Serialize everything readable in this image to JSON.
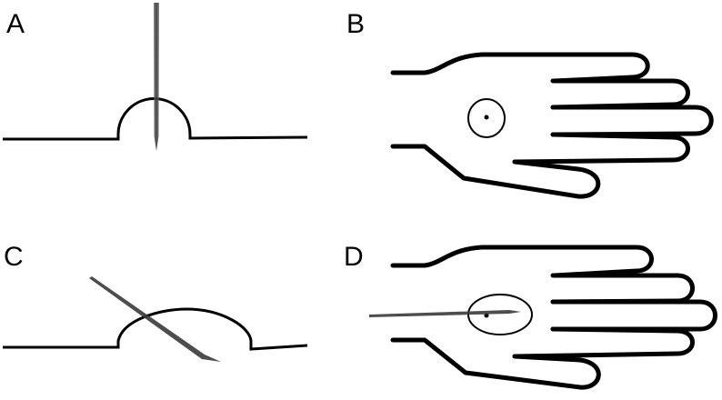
{
  "figure": {
    "panels": [
      {
        "id": "A",
        "label": "A",
        "description": "Needle inserted perpendicular (vertical) through a raised dome/bump on skin surface"
      },
      {
        "id": "B",
        "label": "B",
        "description": "Back of hand outline with circled target point"
      },
      {
        "id": "C",
        "label": "C",
        "description": "Needle inserted obliquely at an angle through a wider dome on skin surface"
      },
      {
        "id": "D",
        "label": "D",
        "description": "Back of hand with needle inserted horizontally (subcutaneously) into elliptical target region"
      }
    ]
  },
  "colors": {
    "stroke": "#000000",
    "needle": "#3a3a3a",
    "background": "#ffffff"
  }
}
